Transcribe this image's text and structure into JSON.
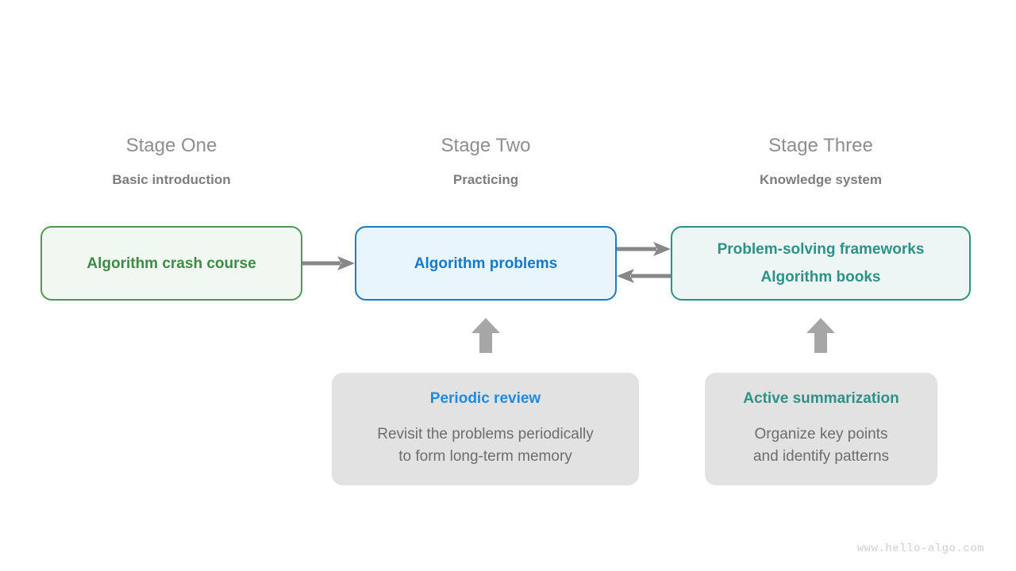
{
  "diagram": {
    "stages": [
      {
        "title": "Stage One",
        "subtitle": "Basic introduction"
      },
      {
        "title": "Stage Two",
        "subtitle": "Practicing"
      },
      {
        "title": "Stage Three",
        "subtitle": "Knowledge system"
      }
    ],
    "nodes": [
      {
        "id": "crash-course",
        "lines": [
          "Algorithm crash course"
        ],
        "color": "#4e9a51",
        "fill": "#f1f8f1"
      },
      {
        "id": "problems",
        "lines": [
          "Algorithm problems"
        ],
        "color": "#1878c8",
        "fill": "#e9f5fd"
      },
      {
        "id": "frameworks",
        "lines": [
          "Problem-solving frameworks",
          "Algorithm books"
        ],
        "color": "#2e9188",
        "fill": "#edf6f4"
      }
    ],
    "notes": [
      {
        "id": "periodic-review",
        "title": "Periodic review",
        "title_color": "#1f8ae0",
        "body": "Revisit the problems periodically\nto form long-term memory"
      },
      {
        "id": "active-summarization",
        "title": "Active summarization",
        "title_color": "#2e9188",
        "body": "Organize key points\nand identify patterns"
      }
    ],
    "arrows": [
      {
        "id": "crash-course-to-problems",
        "direction": "right"
      },
      {
        "id": "problems-to-frameworks",
        "direction": "right"
      },
      {
        "id": "frameworks-to-problems",
        "direction": "left"
      },
      {
        "id": "review-to-problems",
        "direction": "up"
      },
      {
        "id": "summarization-to-frameworks",
        "direction": "up"
      }
    ],
    "arrow_color": "#878787",
    "block_arrow_color": "#a6a6a6",
    "footer": "www.hello-algo.com"
  }
}
